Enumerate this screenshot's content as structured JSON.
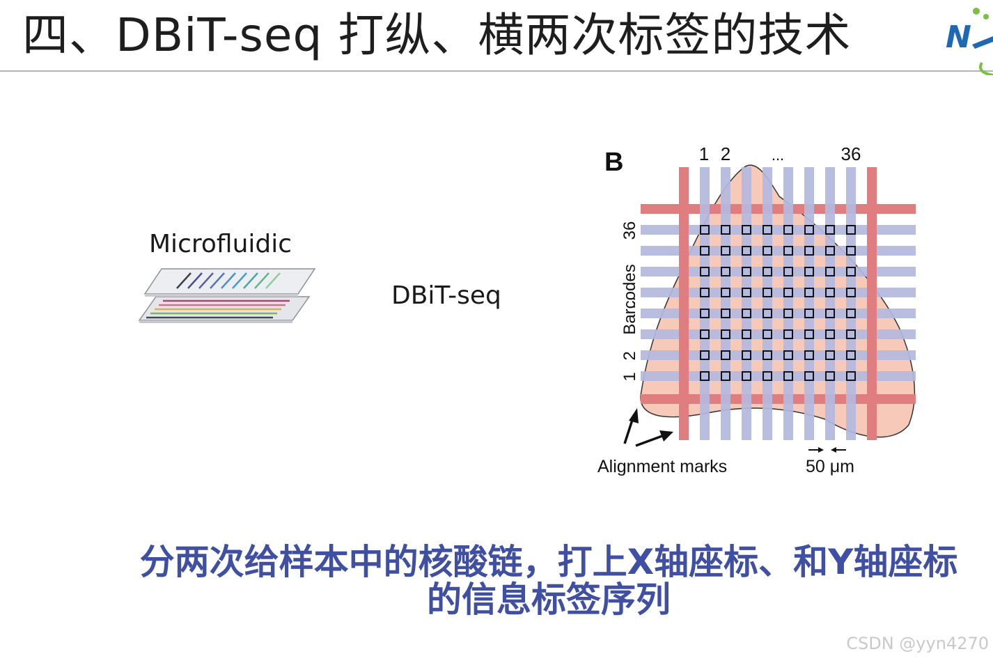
{
  "slide": {
    "title": "四、DBiT-seq 打纵、横两次标签的技术",
    "logo_text": "N",
    "microfluidic_label": "Microfluidic",
    "method_label": "DBiT-seq",
    "caption_line1": "分两次给样本中的核酸链，打上X轴座标、和Y轴座标",
    "caption_line2": "的信息标签序列",
    "watermark": "CSDN @yyn4270"
  },
  "figure": {
    "panel_letter": "B",
    "top_labels": {
      "first": "1",
      "second": "2",
      "ellipsis": "...",
      "last": "36"
    },
    "side_labels": {
      "first": "1",
      "second": "2",
      "ellipsis": "...",
      "axis": "Barcodes",
      "last": "36"
    },
    "alignment_label": "Alignment marks",
    "scale_label": "50 μm",
    "colors": {
      "alignment_channel": "#e07d80",
      "barcode_channel": "#b3b9de",
      "tissue": "#f6c9b9",
      "pixel_outline": "#111111"
    }
  }
}
